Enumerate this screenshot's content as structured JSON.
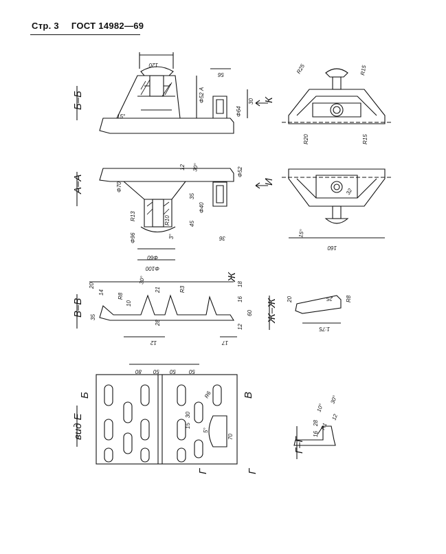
{
  "header": {
    "page": "Стр. 3",
    "standard": "ГОСТ 14982—69"
  },
  "sections": {
    "bb": "Б–Б",
    "aa": "А–А",
    "vv": "В–В",
    "zhzh": "Ж–Ж",
    "gg": "Г–Г",
    "view_e": "вид Е"
  },
  "markers": {
    "k": "К",
    "i": "И",
    "zh": "Ж",
    "b": "Б",
    "v": "В",
    "g": "Г"
  },
  "dims": {
    "d120": "120",
    "d56": "56",
    "d30": "30",
    "d20": "20",
    "d52a": "Φ52 A",
    "d64": "Φ64",
    "d15deg": "15°",
    "r25": "R25",
    "r15": "R15",
    "r20": "R20",
    "r15b": "R15",
    "d12": "12",
    "d30deg": "30°",
    "d52": "Φ52",
    "d70": "Φ70",
    "d35": "35",
    "d40": "Φ40",
    "d45": "45",
    "r13": "R13",
    "r10": "R10",
    "d3deg": "3°",
    "d96": "Φ96",
    "d60": "Φ60",
    "d100": "Φ100",
    "d36": "36",
    "d160": "160",
    "d15deg2": "15°",
    "d32": "32",
    "v20": "20",
    "v14": "14",
    "v30deg": "30°",
    "r8": "R8",
    "v10": "10",
    "v21": "21",
    "r3": "R3",
    "v28": "28",
    "v12": "12",
    "v16": "16",
    "v60": "60",
    "v35": "35",
    "v17": "17",
    "v18": "18",
    "v12b": "12",
    "zh20": "20",
    "zh25": "25",
    "zh80": "R8",
    "zh75": "1:75",
    "e80": "80",
    "e50": "50",
    "e50b": "50",
    "e50c": "50",
    "r6": "R6",
    "e30": "30",
    "e15": "15",
    "e70": "70",
    "e5deg": "5°",
    "g30deg": "30°",
    "g10deg": "10°",
    "g12": "12",
    "r1": "R1",
    "g28": "28",
    "g16": "16"
  }
}
